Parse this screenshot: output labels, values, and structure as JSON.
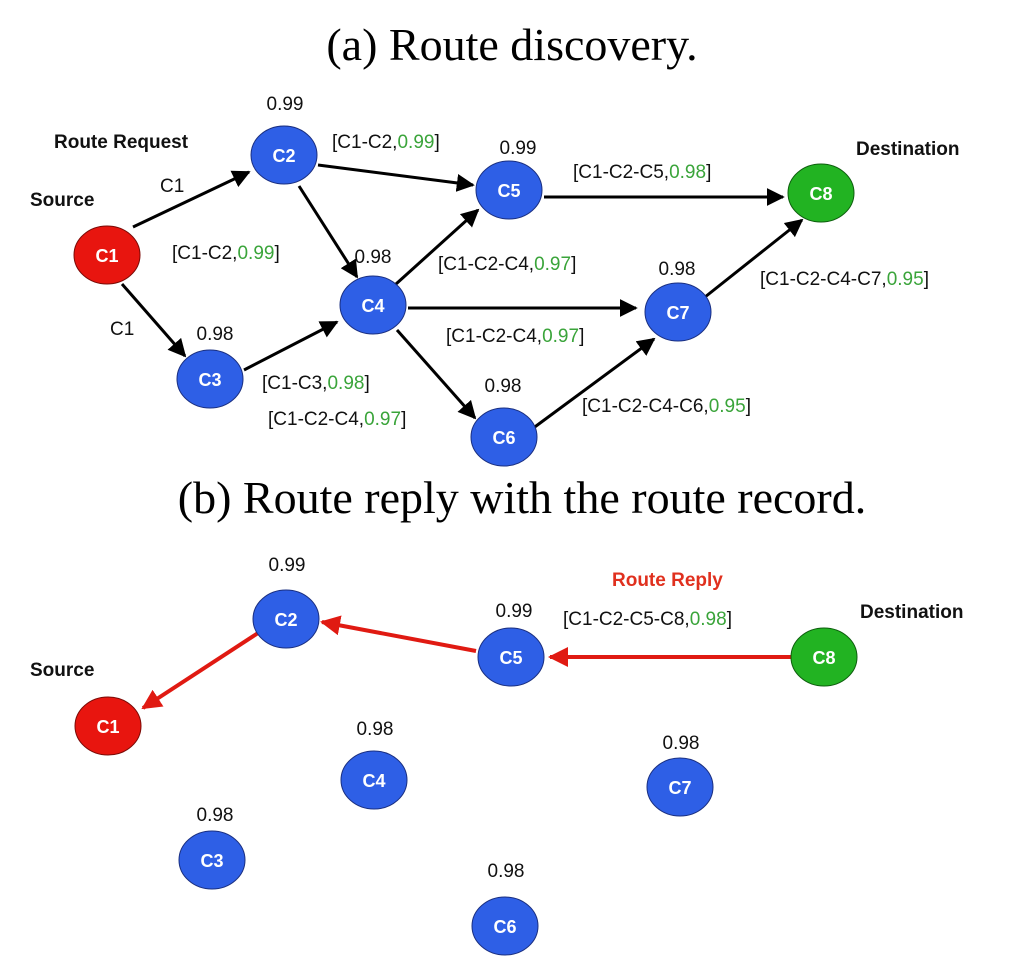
{
  "caption_a": "(a) Route discovery.",
  "caption_b": "(b) Route reply with the route record.",
  "colors": {
    "source": "#e8150f",
    "node": "#2e5fe6",
    "destination": "#22b322",
    "edge": "#000000",
    "reply": "#e01a12",
    "reliability": "#3aa43a"
  },
  "labels": {
    "route_request": "Route Request",
    "route_reply": "Route Reply",
    "source": "Source",
    "destination": "Destination"
  },
  "nodes": {
    "C1": "C1",
    "C2": "C2",
    "C3": "C3",
    "C4": "C4",
    "C5": "C5",
    "C6": "C6",
    "C7": "C7",
    "C8": "C8"
  },
  "reliability": {
    "C2": "0.99",
    "C3": "0.98",
    "C4": "0.98",
    "C5": "0.99",
    "C6": "0.98",
    "C7": "0.98"
  },
  "edge_labels_a": {
    "c1_c2": "C1",
    "c1_c3": "C1",
    "c2_c5": {
      "path": "[C1-C2,",
      "val": "0.99",
      "close": "]"
    },
    "c2_c4": {
      "path": "[C1-C2,",
      "val": "0.99",
      "close": "]"
    },
    "c5_c8": {
      "path": "[C1-C2-C5,",
      "val": "0.98",
      "close": "]"
    },
    "c4_c5": {
      "path": "[C1-C2-C4,",
      "val": "0.97",
      "close": "]"
    },
    "c7_c8": {
      "path": "[C1-C2-C4-C7,",
      "val": "0.95",
      "close": "]"
    },
    "c4_c7": {
      "path": "[C1-C2-C4,",
      "val": "0.97",
      "close": "]"
    },
    "c3_c4": {
      "path": "[C1-C3,",
      "val": "0.98",
      "close": "]"
    },
    "c4_c6": {
      "path": "[C1-C2-C4,",
      "val": "0.97",
      "close": "]"
    },
    "c6_c7": {
      "path": "[C1-C2-C4-C6,",
      "val": "0.95",
      "close": "]"
    }
  },
  "edge_labels_b": {
    "c8_c5": {
      "path": "[C1-C2-C5-C8,",
      "val": "0.98",
      "close": "]"
    }
  }
}
